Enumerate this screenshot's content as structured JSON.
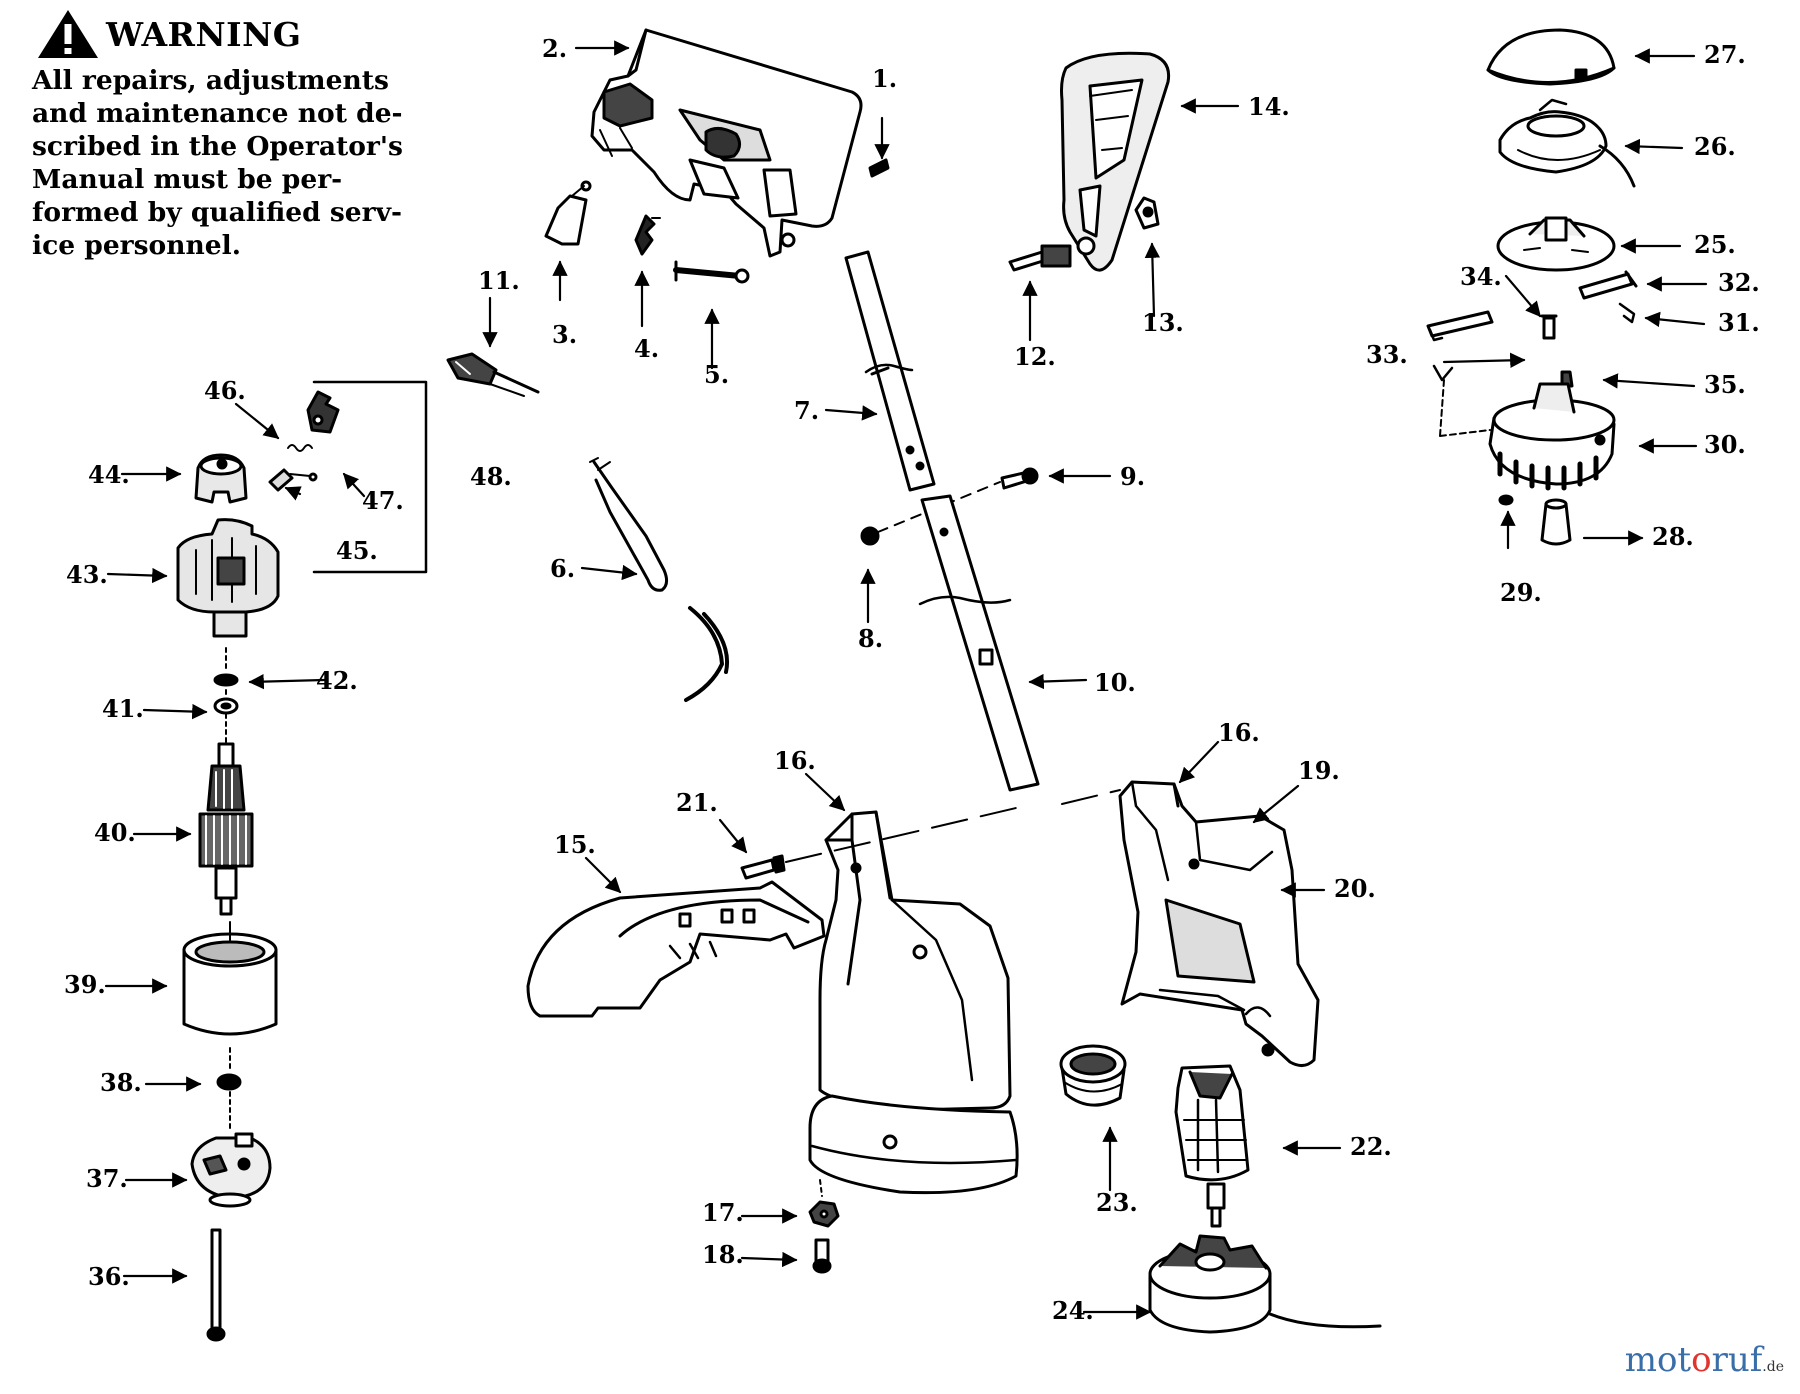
{
  "warning": {
    "title": "WARNING",
    "lines": [
      "All repairs, adjustments",
      "and maintenance not de-",
      "scribed in the Operator's",
      "Manual must be per-",
      "formed by qualified serv-",
      "ice personnel."
    ]
  },
  "callouts": [
    "1.",
    "2.",
    "3.",
    "4.",
    "5.",
    "6.",
    "7.",
    "8.",
    "9.",
    "10.",
    "11.",
    "12.",
    "13.",
    "14.",
    "15.",
    "16.",
    "17.",
    "18.",
    "19.",
    "20.",
    "21.",
    "22.",
    "23.",
    "24.",
    "25.",
    "26.",
    "27.",
    "28.",
    "29.",
    "30.",
    "31.",
    "32.",
    "33.",
    "34.",
    "35.",
    "36.",
    "37.",
    "38.",
    "39.",
    "40.",
    "41.",
    "42.",
    "43.",
    "44.",
    "45.",
    "46.",
    "47.",
    "48."
  ],
  "watermark": {
    "part_a": "mot",
    "part_b": "o",
    "part_c": "ruf",
    "tld": ".de"
  },
  "colors": {
    "ink": "#000000",
    "watermark_blue": "#3a6ea8",
    "watermark_red": "#e0342c"
  },
  "icons": {
    "warning": "warning-triangle-icon"
  }
}
